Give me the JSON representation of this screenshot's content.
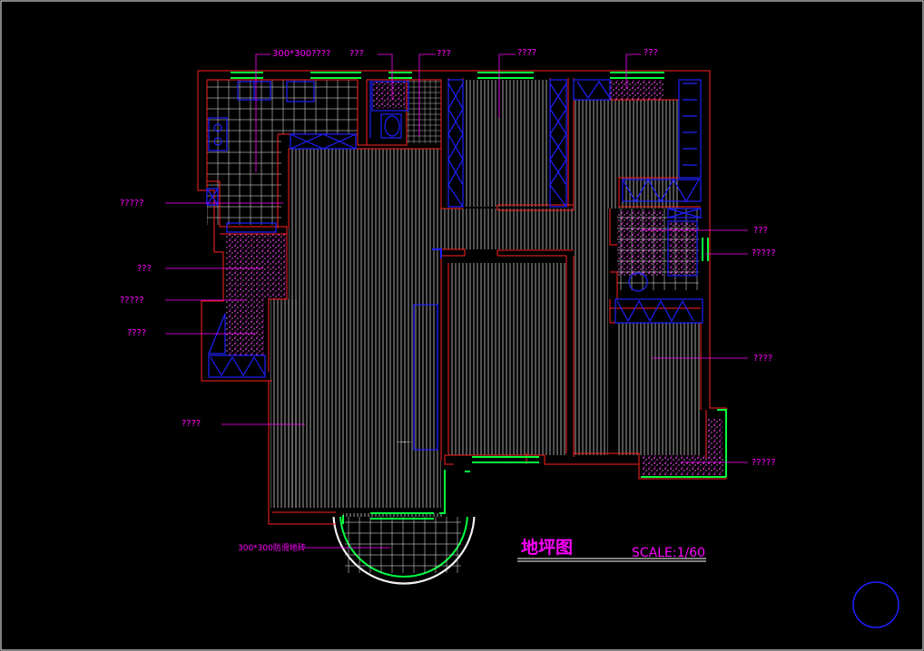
{
  "drawing": {
    "title": "地坪图",
    "scale": "SCALE:1/60",
    "labels": {
      "top_1": "300*300????",
      "top_2": "???",
      "top_3": "???",
      "top_4": "????",
      "top_5": "???",
      "left_1": "?????",
      "left_2": "???",
      "left_3": "?????",
      "left_4": "????",
      "left_5": "????",
      "right_1": "???",
      "right_2": "?????",
      "right_3": "????",
      "right_4": "?????",
      "bottom_1": "300*300防滑地砖"
    }
  },
  "colors": {
    "background": "#000000",
    "wall": "#ff2020",
    "furniture": "#2020ff",
    "window": "#00ff40",
    "text": "#ff00ff",
    "hatch": "#e0e0e0",
    "frame": "#ffffff"
  }
}
